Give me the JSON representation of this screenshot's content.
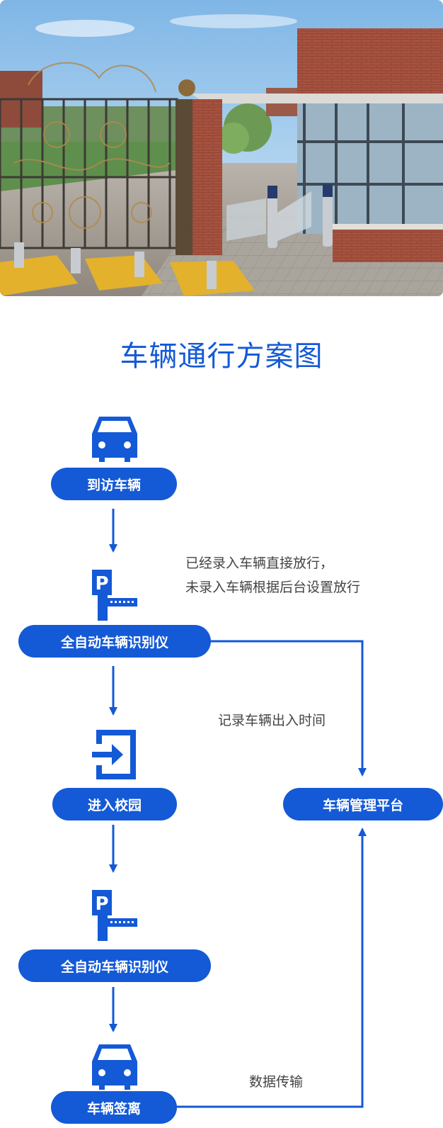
{
  "title": "车辆通行方案图",
  "nodes": {
    "visitor": "到访车辆",
    "recognizer_1": "全自动车辆识别仪",
    "enter_campus": "进入校园",
    "recognizer_2": "全自动车辆识别仪",
    "checkout": "车辆签离",
    "platform": "车辆管理平台"
  },
  "notes": {
    "recognize_line1": "已经录入车辆直接放行，",
    "recognize_line2": "未录入车辆根据后台设置放行",
    "record_time": "记录车辆出入时间",
    "data_transfer": "数据传输"
  },
  "icons": {
    "car": "car-icon",
    "parking_barrier": "parking-barrier-icon",
    "enter": "enter-icon"
  },
  "colors": {
    "accent": "#1459d6",
    "note_text": "#444444"
  }
}
